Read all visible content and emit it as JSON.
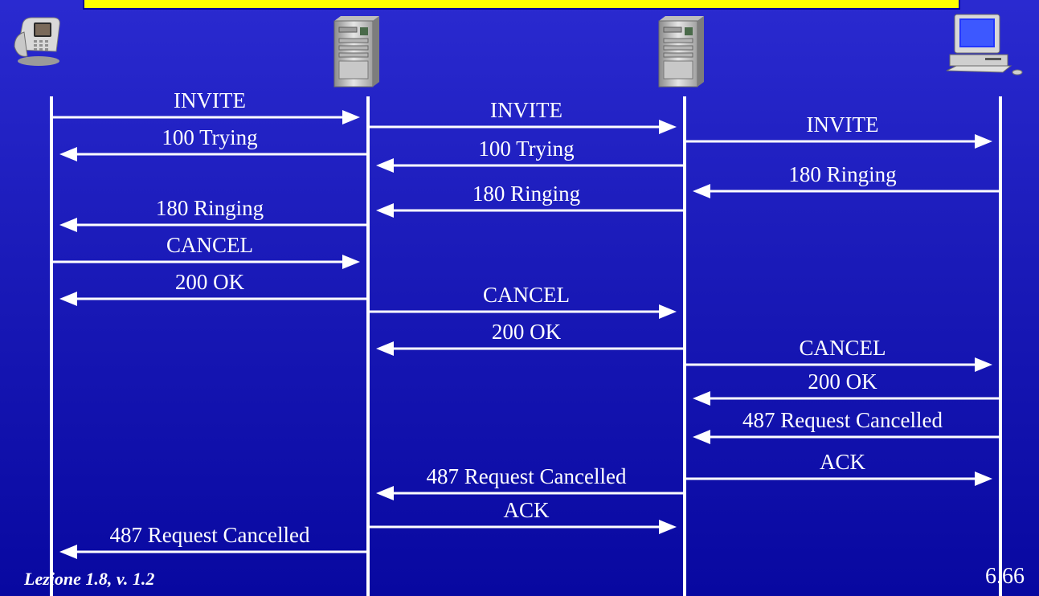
{
  "participants": [
    {
      "name": "phone",
      "icon": "ip-phone-icon"
    },
    {
      "name": "proxy-1",
      "icon": "server-tower-icon"
    },
    {
      "name": "proxy-2",
      "icon": "server-tower-icon"
    },
    {
      "name": "computer",
      "icon": "desktop-computer-icon"
    }
  ],
  "messages": [
    {
      "label": "INVITE",
      "from": 0,
      "to": 1
    },
    {
      "label": "100 Trying",
      "from": 1,
      "to": 0
    },
    {
      "label": "INVITE",
      "from": 1,
      "to": 2
    },
    {
      "label": "100 Trying",
      "from": 2,
      "to": 1
    },
    {
      "label": "INVITE",
      "from": 2,
      "to": 3
    },
    {
      "label": "180 Ringing",
      "from": 3,
      "to": 2
    },
    {
      "label": "180 Ringing",
      "from": 2,
      "to": 1
    },
    {
      "label": "180 Ringing",
      "from": 1,
      "to": 0
    },
    {
      "label": "CANCEL",
      "from": 0,
      "to": 1
    },
    {
      "label": "200 OK",
      "from": 1,
      "to": 0
    },
    {
      "label": "CANCEL",
      "from": 1,
      "to": 2
    },
    {
      "label": "200 OK",
      "from": 2,
      "to": 1
    },
    {
      "label": "CANCEL",
      "from": 2,
      "to": 3
    },
    {
      "label": "200 OK",
      "from": 3,
      "to": 2
    },
    {
      "label": "487 Request Cancelled",
      "from": 3,
      "to": 2
    },
    {
      "label": "ACK",
      "from": 2,
      "to": 3
    },
    {
      "label": "487 Request Cancelled",
      "from": 2,
      "to": 1
    },
    {
      "label": "ACK",
      "from": 1,
      "to": 2
    },
    {
      "label": "487 Request Cancelled",
      "from": 1,
      "to": 0
    }
  ],
  "footer": {
    "left": "Lezione 1.8, v. 1.2",
    "right": "6.66"
  },
  "colors": {
    "background": "#1a1ab8",
    "title_bar": "#ffff00",
    "lines": "#ffffff"
  }
}
